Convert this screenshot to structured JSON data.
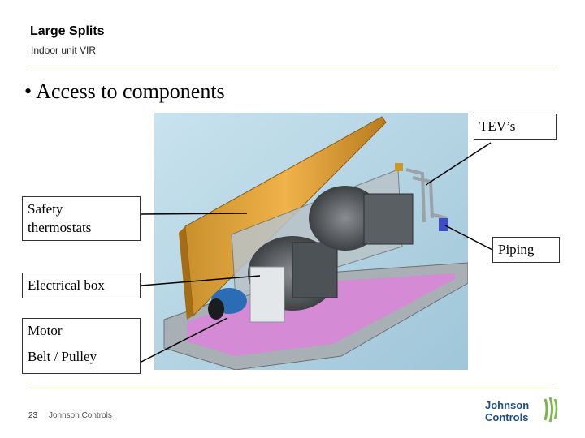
{
  "header": {
    "title": "Large Splits",
    "subtitle": "Indoor unit VIR"
  },
  "bullet": "• Access to components",
  "callouts": {
    "tevs": "TEV’s",
    "safety_line1": "Safety",
    "safety_line2": "thermostats",
    "piping": "Piping",
    "electrical_box": "Electrical box",
    "motor": "Motor",
    "belt_pulley": "Belt / Pulley"
  },
  "footer": {
    "page_number": "23",
    "company": "Johnson Controls",
    "logo_line1": "Johnson",
    "logo_line2": "Controls"
  },
  "colors": {
    "rule": "#b5c98a",
    "logo_blue": "#1f4e8c",
    "logo_green": "#7ab648"
  }
}
